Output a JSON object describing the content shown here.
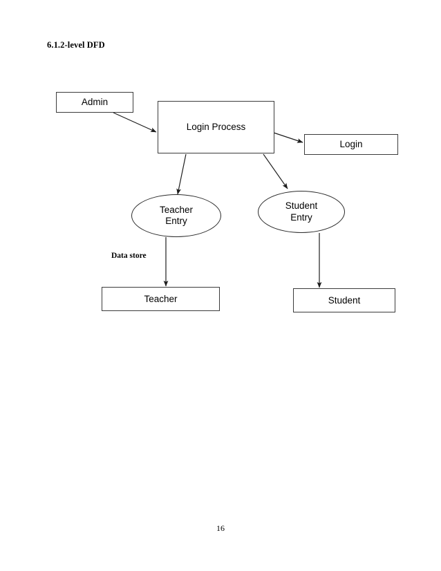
{
  "document": {
    "heading": "6.1.2-level DFD",
    "page_number": "16",
    "annotation_label": "Data store"
  },
  "diagram": {
    "type": "data-flow-diagram",
    "nodes": [
      {
        "id": "admin",
        "label": "Admin",
        "shape": "rectangle"
      },
      {
        "id": "login-process",
        "label": "Login Process",
        "shape": "rectangle"
      },
      {
        "id": "login",
        "label": "Login",
        "shape": "rectangle"
      },
      {
        "id": "teacher-entry",
        "label": "Teacher\nEntry",
        "shape": "ellipse"
      },
      {
        "id": "student-entry",
        "label": "Student\nEntry",
        "shape": "ellipse"
      },
      {
        "id": "teacher",
        "label": "Teacher",
        "shape": "rectangle"
      },
      {
        "id": "student",
        "label": "Student",
        "shape": "rectangle"
      }
    ],
    "edges": [
      {
        "from": "admin",
        "to": "login-process"
      },
      {
        "from": "login-process",
        "to": "login"
      },
      {
        "from": "login-process",
        "to": "teacher-entry"
      },
      {
        "from": "login-process",
        "to": "student-entry"
      },
      {
        "from": "teacher-entry",
        "to": "teacher"
      },
      {
        "from": "student-entry",
        "to": "student"
      }
    ],
    "colors": {
      "stroke": "#3a3a3a",
      "fill": "#ffffff",
      "text": "#000000"
    }
  }
}
